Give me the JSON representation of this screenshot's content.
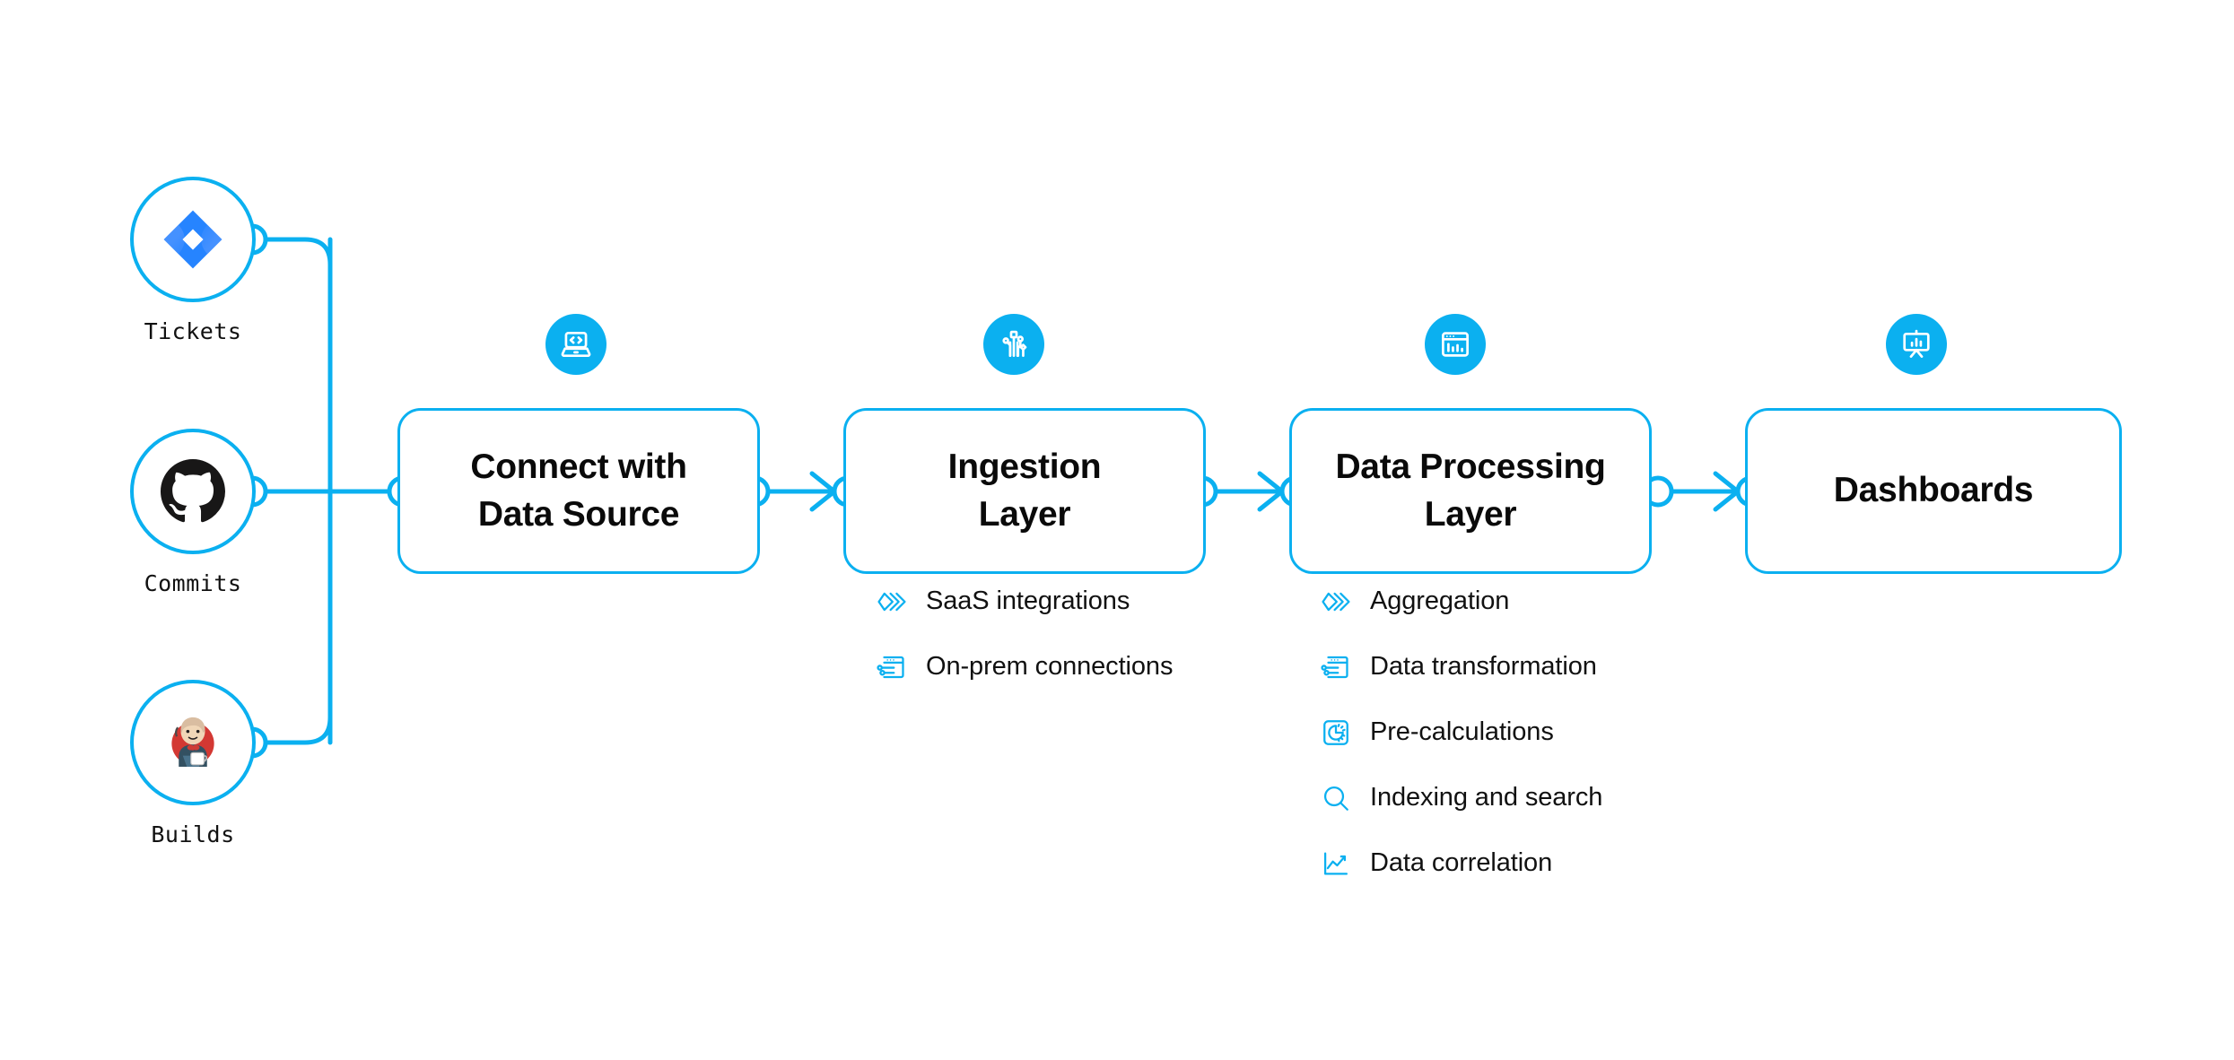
{
  "theme": {
    "accent": "#0BB0F0",
    "badge_fill": "#0BB0F0",
    "text": "#111111",
    "background": "#ffffff",
    "jira_blue": "#2684FF",
    "jira_blue_dark": "#1868DB",
    "github_black": "#181717",
    "jenkins_red": "#D33833"
  },
  "diagram": {
    "title_flow": "Connect with Data Source to Ingestion Layer to Data Processing Layer to Dashboards"
  },
  "sources": [
    {
      "label": "Tickets",
      "icon": "jira-icon"
    },
    {
      "label": "Commits",
      "icon": "github-icon"
    },
    {
      "label": "Builds",
      "icon": "jenkins-icon"
    }
  ],
  "stages": [
    {
      "title": "Connect with\nData Source",
      "line1": "Connect with",
      "line2": "Data Source",
      "badge_icon": "laptop-code-icon",
      "features": []
    },
    {
      "title": "Ingestion\nLayer",
      "line1": "Ingestion",
      "line2": "Layer",
      "badge_icon": "circuit-nodes-icon",
      "features": [
        {
          "label": "SaaS integrations",
          "icon": "chevrons-stack-icon"
        },
        {
          "label": "On-prem connections",
          "icon": "browser-sliders-icon"
        }
      ]
    },
    {
      "title": "Data Processing\nLayer",
      "line1": "Data Processing",
      "line2": "Layer",
      "badge_icon": "browser-barchart-icon",
      "features": [
        {
          "label": "Aggregation",
          "icon": "chevrons-stack-icon"
        },
        {
          "label": "Data transformation",
          "icon": "browser-sliders-icon"
        },
        {
          "label": "Pre-calculations",
          "icon": "timer-square-icon"
        },
        {
          "label": "Indexing and search",
          "icon": "magnifier-icon"
        },
        {
          "label": "Data correlation",
          "icon": "line-chart-icon"
        }
      ]
    },
    {
      "title": "Dashboards",
      "line1": "Dashboards",
      "line2": "",
      "badge_icon": "presentation-chart-icon",
      "features": []
    }
  ]
}
